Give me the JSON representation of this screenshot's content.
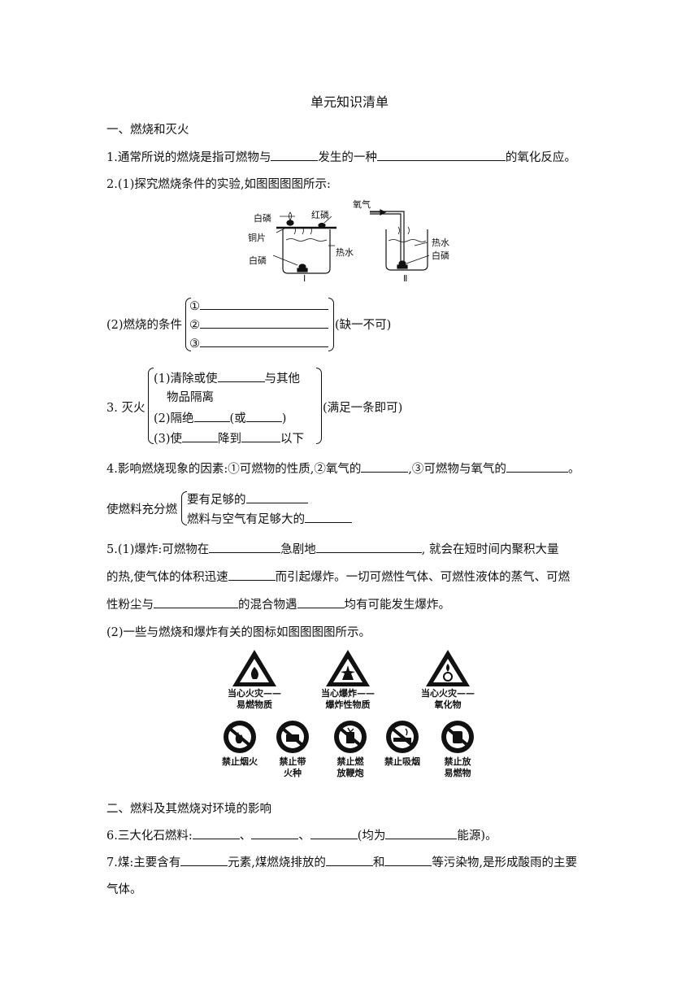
{
  "title": "单元知识清单",
  "section1": "一、燃烧和灭火",
  "q1": {
    "a": "1.通常所说的燃烧是指可燃物与",
    "b": "发生的一种",
    "c": "的氧化反应。"
  },
  "q2_1": "2.(1)探究燃烧条件的实验,如图图图图所示:",
  "fig1": {
    "beaker1": {
      "white_p_top": "白磷",
      "red_p": "红磷",
      "copper": "铜片",
      "hot_water": "热水",
      "white_p_bottom": "白磷",
      "label": "Ⅰ"
    },
    "beaker2": {
      "oxygen": "氧气",
      "hot_water": "热水",
      "white_p": "白磷",
      "label": "Ⅱ"
    }
  },
  "q2_2": {
    "lead": "(2)燃烧的条件",
    "items": [
      "①",
      "②",
      "③"
    ],
    "tail": "(缺一不可)"
  },
  "q3": {
    "lead": "3. 灭火",
    "l1a": "(1)清除或使",
    "l1b": "与其他",
    "l1c": "物品隔离",
    "l2a": "(2)隔绝",
    "l2b": "(或",
    "l2c": ")",
    "l3a": "(3)使",
    "l3b": "降到",
    "l3c": "以下",
    "tail": "(满足一条即可)"
  },
  "q4": {
    "a": "4.影响燃烧现象的因素:①可燃物的性质,②氧气的",
    "b": ",③可燃物与氧气的",
    "c": "。"
  },
  "q4b": {
    "lead": "使燃料充分燃",
    "l1": "要有足够的",
    "l2": "燃料与空气有足够大的"
  },
  "q5": {
    "l1a": "5.(1)爆炸:可燃物在",
    "l1b": "急剧地",
    "l1c": ", 就会在短时间内聚积大量",
    "l2a": "的热,使气体的体积迅速",
    "l2b": "而引起爆炸。一切可燃性气体、可燃性液体的蒸气、可燃",
    "l3a": "性粉尘与",
    "l3b": "的混合物遇",
    "l3c": "均有可能发生爆炸。"
  },
  "q5_2": "(2)一些与燃烧和爆炸有关的图标如图图图图所示。",
  "signs_warn": [
    {
      "l1": "当心火灾——",
      "l2": "易燃物质"
    },
    {
      "l1": "当心爆炸——",
      "l2": "爆炸性物质"
    },
    {
      "l1": "当心火灾——",
      "l2": "氧化物"
    }
  ],
  "signs_ban": [
    {
      "l1": "禁止烟火",
      "l2": ""
    },
    {
      "l1": "禁止带",
      "l2": "火种"
    },
    {
      "l1": "禁止燃",
      "l2": "放鞭炮"
    },
    {
      "l1": "禁止吸烟",
      "l2": ""
    },
    {
      "l1": "禁止放",
      "l2": "易燃物"
    }
  ],
  "section2": "二、燃料及其燃烧对环境的影响",
  "q6": {
    "a": "6.三大化石燃料:",
    "sep1": "、",
    "sep2": "、",
    "b": "(均为",
    "c": "能源)。"
  },
  "q7": {
    "a": "7.煤:主要含有",
    "b": "元素,煤燃烧排放的",
    "c": "和",
    "d": "等污染物,是形成酸雨的主要",
    "e": "气体。"
  }
}
